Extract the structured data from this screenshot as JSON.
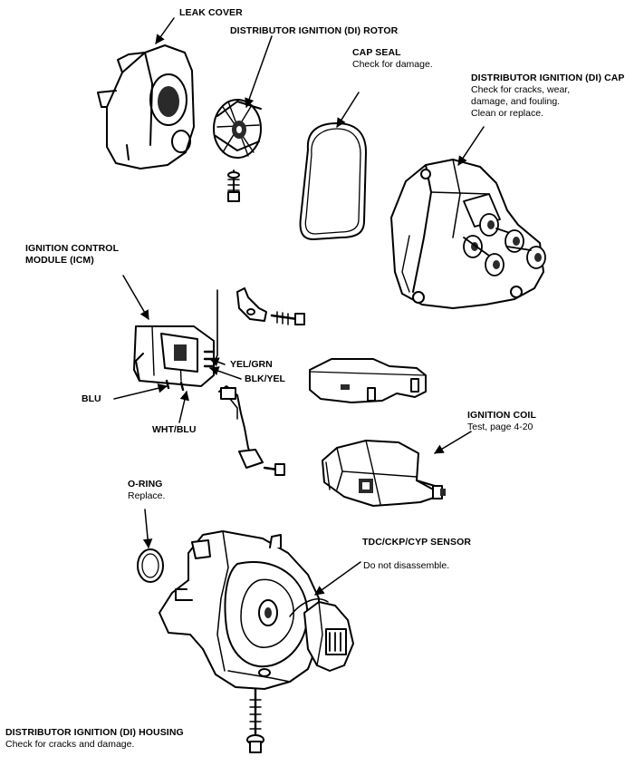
{
  "colors": {
    "line": "#000000",
    "background": "#ffffff",
    "part_fill": "#ffffff",
    "shade": "#2a2a2a"
  },
  "components": [
    {
      "key": "leak_cover",
      "title": "LEAK COVER",
      "notes": []
    },
    {
      "key": "rotor",
      "title": "DISTRIBUTOR IGNITION (DI) ROTOR",
      "notes": []
    },
    {
      "key": "cap_seal",
      "title": "CAP SEAL",
      "notes": [
        "Check for damage."
      ]
    },
    {
      "key": "di_cap",
      "title": "DISTRIBUTOR IGNITION (DI) CAP",
      "notes": [
        "Check for cracks, wear,",
        "damage, and fouling.",
        "Clean or replace."
      ]
    },
    {
      "key": "icm",
      "title": "IGNITION CONTROL",
      "title2": "MODULE (ICM)",
      "notes": []
    },
    {
      "key": "ignition_coil",
      "title": "IGNITION COIL",
      "notes": [
        "Test, page 4-20"
      ]
    },
    {
      "key": "o_ring",
      "title": "O-RING",
      "notes": [
        "Replace."
      ]
    },
    {
      "key": "tdc_sensor",
      "title": "TDC/CKP/CYP SENSOR",
      "notes": [
        "Do not disassemble."
      ]
    },
    {
      "key": "housing",
      "title": "DISTRIBUTOR IGNITION (DI) HOUSING",
      "notes": [
        "Check for cracks and damage."
      ]
    }
  ],
  "wires": {
    "yel_grn": "YEL/GRN",
    "blk_yel": "BLK/YEL",
    "blu": "BLU",
    "wht_blu": "WHT/BLU"
  }
}
